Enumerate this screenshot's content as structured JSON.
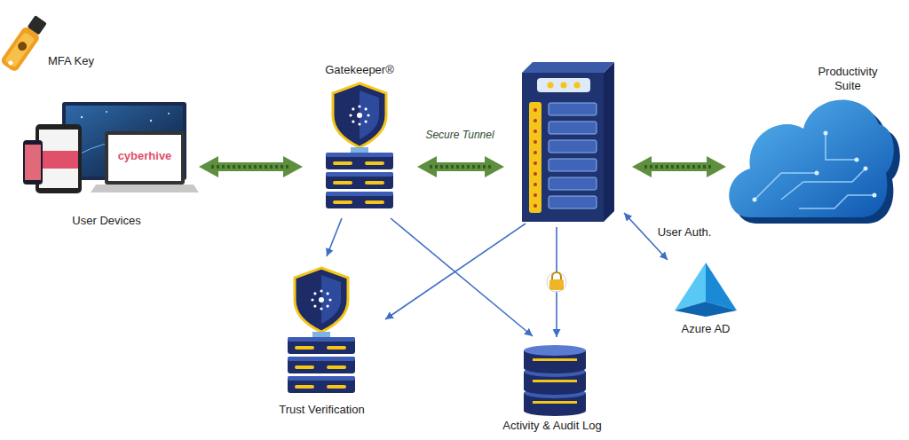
{
  "diagram": {
    "nodes": [
      {
        "text": [
          "MFA Key"
        ]
      },
      {
        "text": [
          "User Devices"
        ]
      },
      {
        "text": [
          "Gatekeeper®"
        ]
      },
      {
        "text": [
          "Productivity Suite"
        ]
      },
      {
        "text": [
          "Azure AD"
        ]
      },
      {
        "text": [
          "Trust Verification"
        ]
      },
      {
        "text": [
          "Activity & Audit Log"
        ]
      }
    ],
    "edges": [
      {
        "from": 1,
        "to": 2,
        "arrow": "both"
      },
      {
        "from": 2,
        "to": 5,
        "arrow": "to"
      },
      {
        "from": 2,
        "to": 6,
        "arrow": "to"
      }
    ],
    "labels": [
      "cyberhive",
      "Secure Tunnel",
      "User Auth."
    ]
  }
}
